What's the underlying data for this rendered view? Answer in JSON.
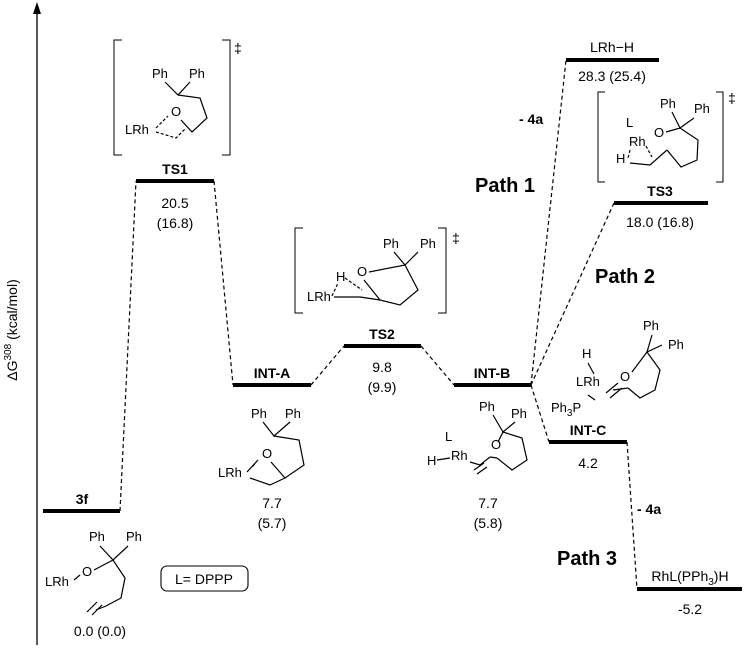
{
  "axis": {
    "ylabel": "ΔG308 (kcal/mol)",
    "ylabel_main": "ΔG",
    "ylabel_sup": "308",
    "ylabel_unit": " (kcal/mol)"
  },
  "legend": {
    "ligand": "L= DPPP"
  },
  "ts_mark": "‡",
  "species": {
    "s3f": {
      "label": "3f",
      "energy": "0.0 (0.0)"
    },
    "ts1": {
      "label": "TS1",
      "energy": "20.5",
      "energy_paren": "(16.8)"
    },
    "inta": {
      "label": "INT-A",
      "energy": "7.7",
      "energy_paren": "(5.7)"
    },
    "ts2": {
      "label": "TS2",
      "energy": "9.8",
      "energy_paren": "(9.9)"
    },
    "intb": {
      "label": "INT-B",
      "energy": "7.7",
      "energy_paren": "(5.8)"
    },
    "lrhh": {
      "label": "LRh−H",
      "energy": "28.3 (25.4)"
    },
    "ts3": {
      "label": "TS3",
      "energy": "18.0 (16.8)"
    },
    "intc": {
      "label": "INT-C",
      "energy": "4.2"
    },
    "rhl": {
      "label": "RhL(PPh3)H",
      "label_main": "RhL(PPh",
      "label_sub": "3",
      "label_end": ")H",
      "energy": "-5.2"
    }
  },
  "paths": {
    "p1": "Path 1",
    "p2": "Path 2",
    "p3": "Path 3"
  },
  "loss": {
    "l1": "- 4a",
    "l3": "- 4a"
  },
  "atoms": {
    "ph": "Ph",
    "o": "O",
    "lrh": "LRh",
    "l": "L",
    "rh": "Rh",
    "h": "H",
    "ph3p": "Ph",
    "ph3p_sub": "3",
    "ph3p_p": "P"
  }
}
